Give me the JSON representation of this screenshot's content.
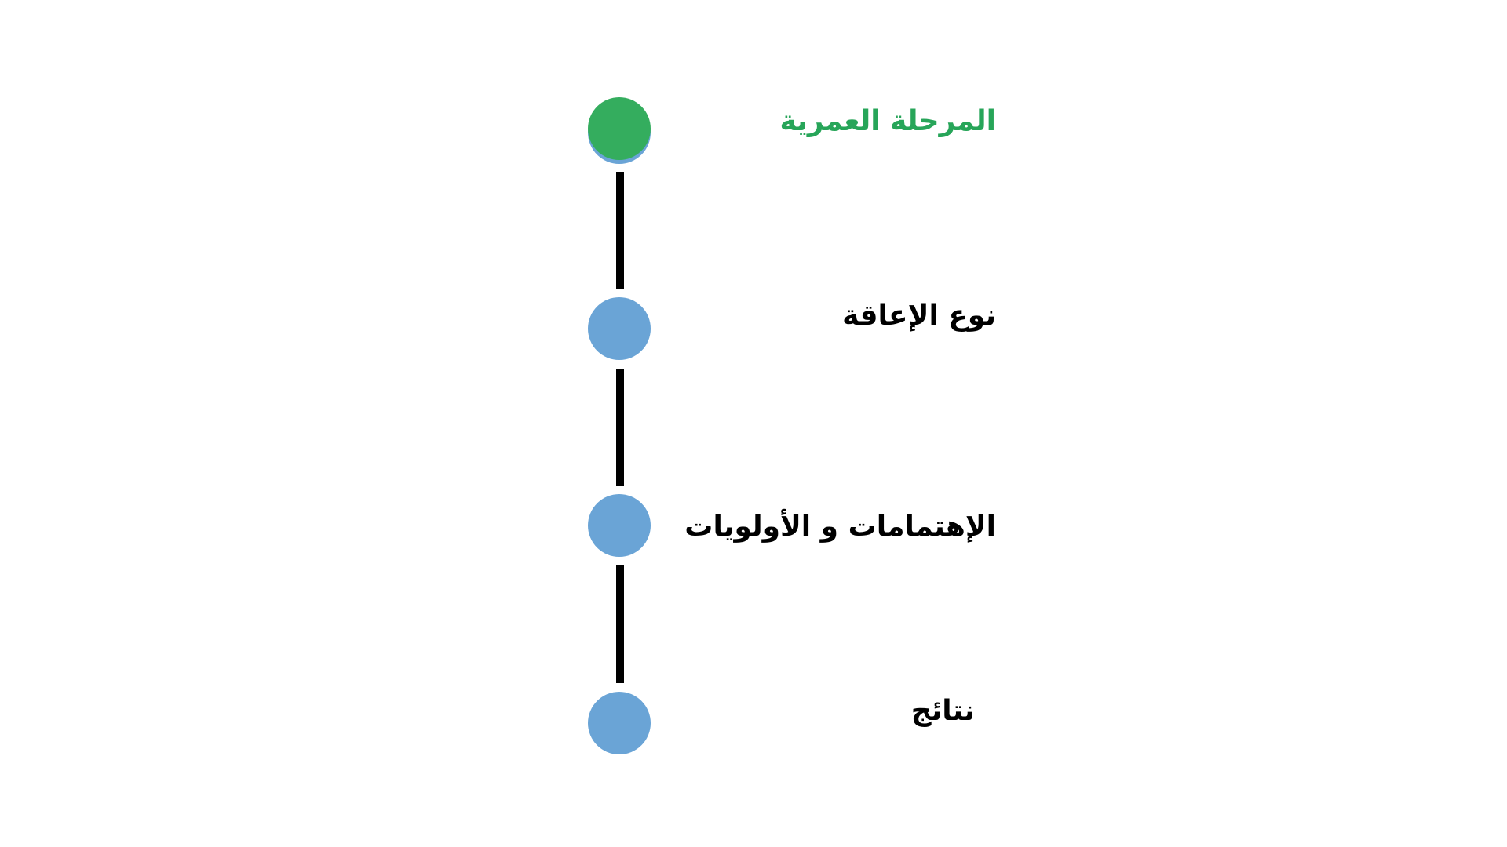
{
  "stepper": {
    "colors": {
      "active_dot": "#34ad5e",
      "inactive_dot": "#6aa4d6",
      "active_label": "#27a559",
      "inactive_label": "#000000",
      "connector": "#000000"
    },
    "steps": [
      {
        "label": "المرحلة العمرية",
        "active": true
      },
      {
        "label": "نوع الإعاقة",
        "active": false
      },
      {
        "label": "الإهتمامات و الأولويات",
        "active": false
      },
      {
        "label": "نتائج",
        "active": false
      }
    ]
  }
}
